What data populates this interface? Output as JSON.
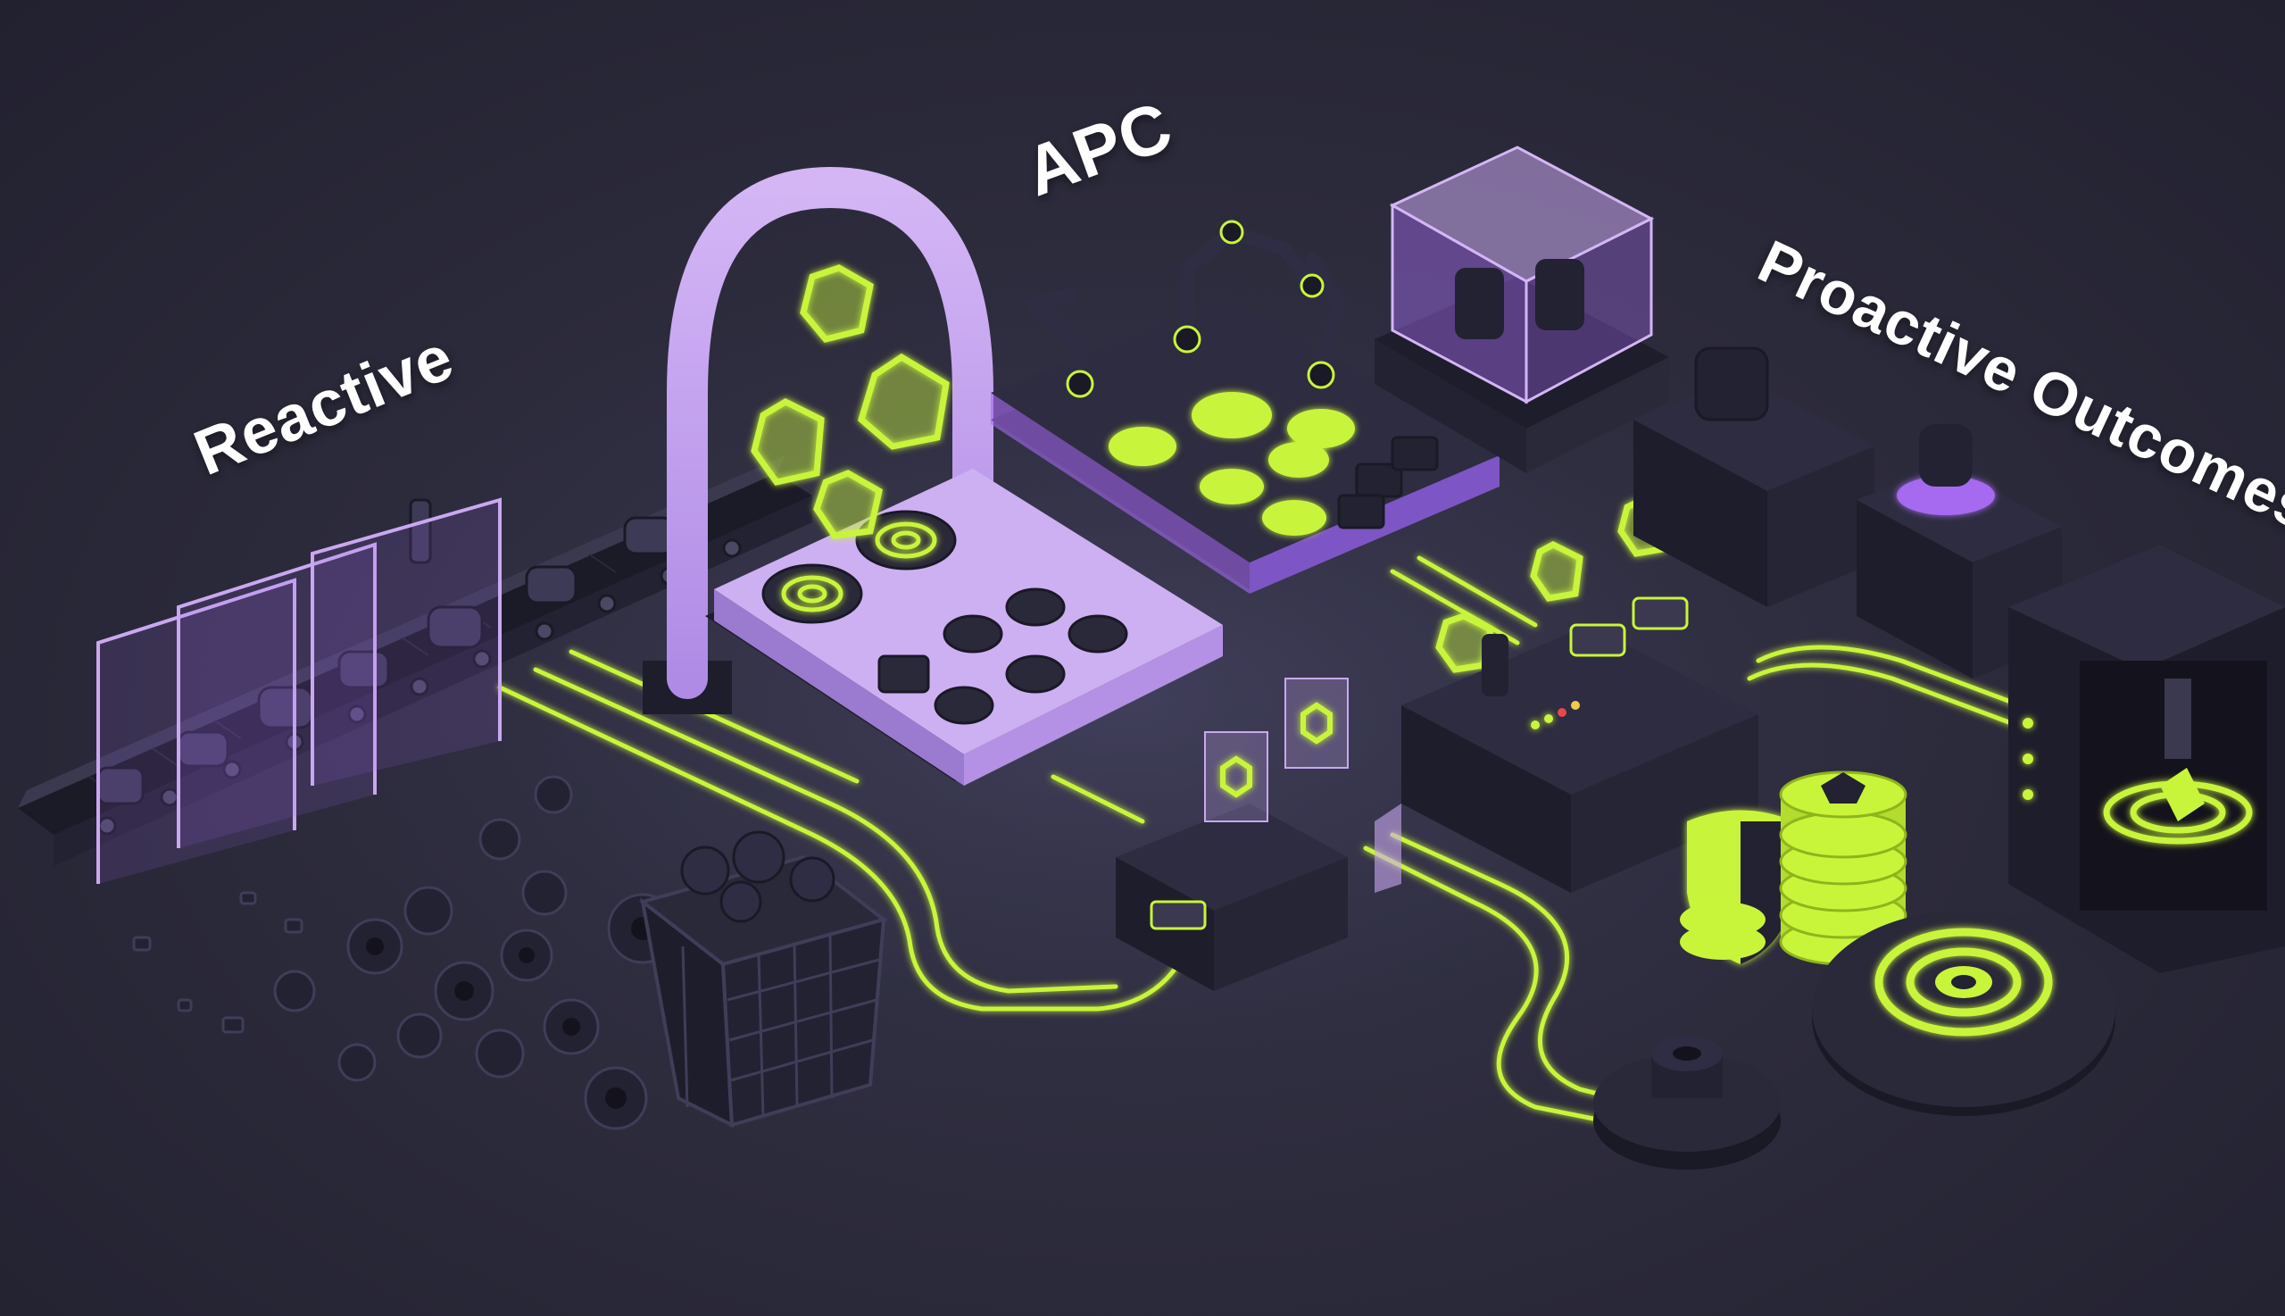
{
  "labels": {
    "reactive": "Reactive",
    "apc": "APC",
    "proactive": "Proactive Outcomes"
  },
  "colors": {
    "background": "#2b2a3d",
    "lime_accent": "#c8f53a",
    "lavender_accent": "#c9a8f0",
    "violet_glow": "#a56bf0",
    "dark_machine": "#1e1d2b"
  },
  "icons": [
    "conveyor-belt-icon",
    "scrap-parts-icon",
    "wire-basket-icon",
    "arch-gate-icon",
    "hexagon-marker-icon",
    "robotic-arm-icon",
    "glass-cube-icon",
    "control-machine-icon",
    "printer-icon",
    "shield-icon",
    "coin-stack-icon",
    "target-disc-icon",
    "3d-printer-icon"
  ]
}
